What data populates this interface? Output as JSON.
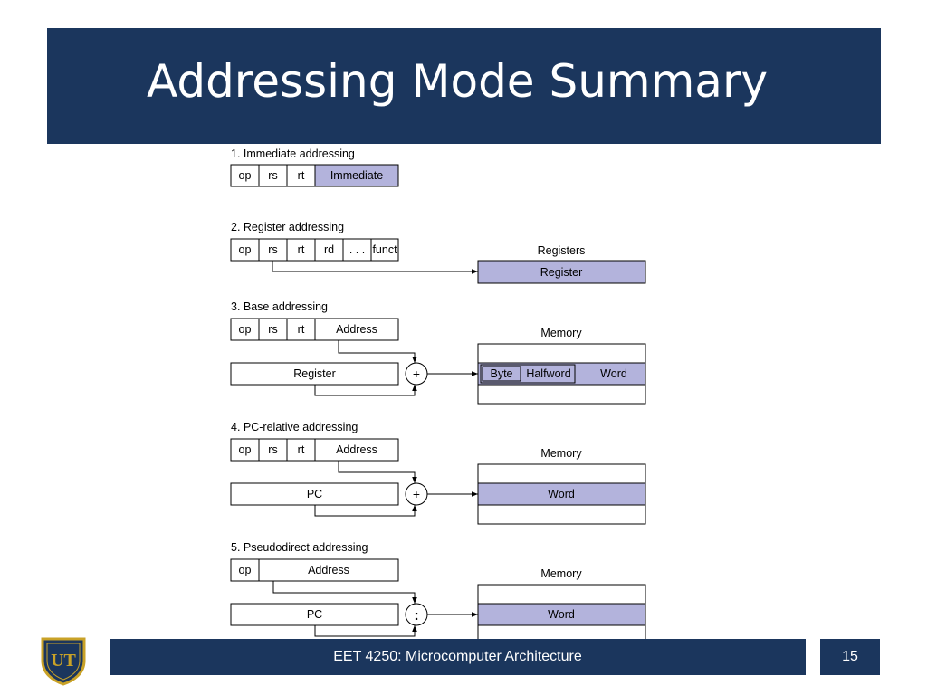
{
  "slide": {
    "title": "Addressing Mode Summary",
    "footer": "EET 4250: Microcomputer Architecture",
    "page_number": "15"
  },
  "logo": {
    "icon": "ut-shield-icon",
    "text": "UT"
  },
  "colors": {
    "banner": "#1b365d",
    "highlight": "#b3b3dc",
    "line": "#000000"
  },
  "diagram": {
    "modes": [
      {
        "heading": "1.  Immediate addressing",
        "fields": [
          "op",
          "rs",
          "rt",
          "Immediate"
        ]
      },
      {
        "heading": "2. Register addressing",
        "fields": [
          "op",
          "rs",
          "rt",
          "rd",
          ". . .",
          "funct"
        ],
        "target_label": "Registers",
        "target_cell": "Register"
      },
      {
        "heading": "3.  Base addressing",
        "fields": [
          "op",
          "rs",
          "rt",
          "Address"
        ],
        "source": "Register",
        "operator": "+",
        "target_label": "Memory",
        "target_words": [
          "Byte",
          "Halfword",
          "Word"
        ]
      },
      {
        "heading": "4.  PC-relative addressing",
        "fields": [
          "op",
          "rs",
          "rt",
          "Address"
        ],
        "source": "PC",
        "operator": "+",
        "target_label": "Memory",
        "target_words": [
          "Word"
        ]
      },
      {
        "heading": "5.  Pseudodirect addressing",
        "fields": [
          "op",
          "Address"
        ],
        "source": "PC",
        "operator": ":",
        "target_label": "Memory",
        "target_words": [
          "Word"
        ]
      }
    ]
  }
}
